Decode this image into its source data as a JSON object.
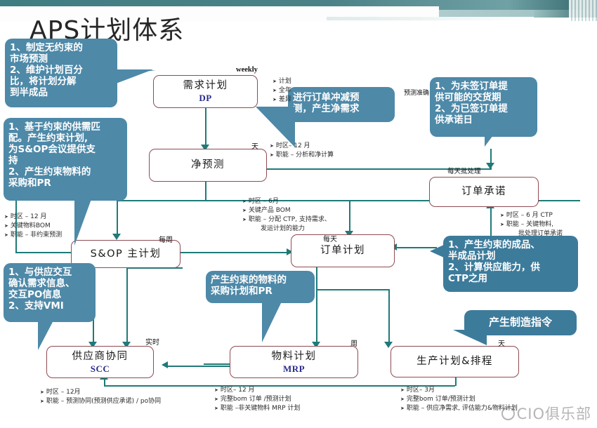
{
  "page": {
    "title": "APS计划体系",
    "accent_teal": "#1f7a78",
    "accent_box_border": "#8e4b52",
    "callout_blue": "#4e89a8",
    "band_dark": "#3f7d82",
    "watermark": "CIO俱乐部"
  },
  "boxes": [
    {
      "id": "dp",
      "name": "demand-plan",
      "line1": "需求计划",
      "line2": "DP"
    },
    {
      "id": "np",
      "name": "net-forecast",
      "line1": "净预测",
      "line2": ""
    },
    {
      "id": "oc",
      "name": "order-commit",
      "line1": "订单承诺",
      "line2": ""
    },
    {
      "id": "sop",
      "name": "sop-master-plan",
      "line1": "S&OP  主计划",
      "line2": ""
    },
    {
      "id": "op",
      "name": "order-plan",
      "line1": "订单计划",
      "line2": ""
    },
    {
      "id": "scc",
      "name": "supplier-collab",
      "line1": "供应商协同",
      "line2": "SCC"
    },
    {
      "id": "mrp",
      "name": "material-plan",
      "line1": "物料计划",
      "line2": "MRP"
    },
    {
      "id": "prd",
      "name": "production-plan",
      "line1": "生产计划&排程",
      "line2": ""
    }
  ],
  "callouts": [
    {
      "id": "c1",
      "name": "callout-market-forecast",
      "lines": [
        "1、制定无约束的",
        "市场预测",
        "2、维护计划百分",
        "比，将计划分解",
        "到半成品"
      ]
    },
    {
      "id": "c2",
      "name": "callout-constrained-supply-demand",
      "lines": [
        "1、基于约束的供需匹",
        "配。产生约束计划,",
        "为S&OP会议提供支",
        "持",
        "2、产生约束物料的",
        "采购和PR"
      ]
    },
    {
      "id": "c3",
      "name": "callout-order-netting",
      "lines": [
        "进行订单冲减预",
        "测，产生净需求"
      ]
    },
    {
      "id": "c4",
      "name": "callout-delivery-promise",
      "lines": [
        "1、为未签订单提",
        "供可能的交货期",
        "2、为已签订单提",
        "供承诺日"
      ]
    },
    {
      "id": "c5",
      "name": "callout-supplier-interaction",
      "lines": [
        "1、与供应交互",
        "确认需求信息、",
        "交互PO信息",
        "2、支持VMI"
      ]
    },
    {
      "id": "c6",
      "name": "callout-material-purchase",
      "lines": [
        "产生约束的物料的",
        "采购计划和PR"
      ]
    },
    {
      "id": "c7",
      "name": "callout-finished-goods-plan",
      "lines": [
        "1、产生约束的成品、",
        "半成品计划",
        "2、计算供应能力，供",
        "CTP之用"
      ]
    },
    {
      "id": "c8",
      "name": "callout-manufacturing-order",
      "lines": [
        "产生制造指令"
      ]
    }
  ],
  "captions": [
    {
      "id": "cap-weekly",
      "name": "caption-weekly",
      "text": "weekly",
      "style": "en"
    },
    {
      "id": "cap-tian1",
      "name": "caption-day-netfc",
      "text": "天",
      "style": "cn"
    },
    {
      "id": "cap-accuracy",
      "name": "caption-forecast-accuracy",
      "text": "预测准确",
      "style": "cn"
    },
    {
      "id": "cap-batch",
      "name": "caption-daily-batch",
      "text": "每天批处理",
      "style": "cn"
    },
    {
      "id": "cap-week",
      "name": "caption-weekly-sop",
      "text": "每周",
      "style": "cn"
    },
    {
      "id": "cap-daily",
      "name": "caption-daily-order",
      "text": "每天",
      "style": "cn"
    },
    {
      "id": "cap-realtime",
      "name": "caption-realtime",
      "text": "实时",
      "style": "cn"
    },
    {
      "id": "cap-zhou",
      "name": "caption-week-mrp",
      "text": "周",
      "style": "cn"
    },
    {
      "id": "cap-tian2",
      "name": "caption-day-prod",
      "text": "天",
      "style": "cn"
    }
  ],
  "bullet_groups": [
    {
      "id": "b-dp",
      "name": "bullets-demand-plan",
      "lines": [
        "计划",
        "全年",
        "差异"
      ]
    },
    {
      "id": "b-np",
      "name": "bullets-net-forecast",
      "lines": [
        "时区– 12 月",
        "职能 – 分析和净计算"
      ]
    },
    {
      "id": "b-unconstrained",
      "name": "bullets-unconstrained-forecast",
      "lines": [
        "时区 – 12 月",
        "关键物料BOM",
        "职能 – 非约束预测"
      ]
    },
    {
      "id": "b-sop",
      "name": "bullets-sop-master-plan",
      "lines": [
        "时区 – 6月",
        "关键产品 BOM",
        "职能 – 分配 CTP, 支持需求、",
        "发运计划的能力"
      ]
    },
    {
      "id": "b-oc",
      "name": "bullets-order-commit",
      "lines": [
        "时区 – 6 月 CTP",
        "职能 – 关键物料,",
        "批处理订单承诺"
      ]
    },
    {
      "id": "b-scc",
      "name": "bullets-supplier-collab",
      "lines": [
        "时区 – 12月",
        "职能 – 预测协同(预测供应承诺) / po协同"
      ]
    },
    {
      "id": "b-mrp",
      "name": "bullets-material-plan",
      "lines": [
        "时区– 12 月",
        "完整bom 订单 /预测计划",
        "职能 –非关键物料  MRP 计划"
      ]
    },
    {
      "id": "b-prd",
      "name": "bullets-production-plan",
      "lines": [
        "时区– 3月",
        "完整bom 订单/预测计划",
        "职能 – 供应净需求, 评估能力&物料计划"
      ]
    }
  ]
}
